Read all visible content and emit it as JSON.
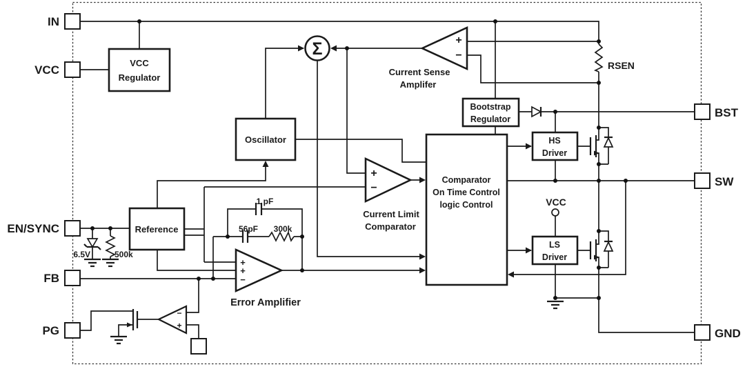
{
  "colors": {
    "ink": "#1a1a1a",
    "background": "#ffffff"
  },
  "pins": {
    "in": "IN",
    "vcc": "VCC",
    "en_sync": "EN/SYNC",
    "fb": "FB",
    "pg": "PG",
    "bst": "BST",
    "sw": "SW",
    "gnd": "GND"
  },
  "blocks": {
    "vcc_reg_l1": "VCC",
    "vcc_reg_l2": "Regulator",
    "oscillator": "Oscillator",
    "reference": "Reference",
    "bootstrap_l1": "Bootstrap",
    "bootstrap_l2": "Regulator",
    "hs_l1": "HS",
    "hs_l2": "Driver",
    "ls_l1": "LS",
    "ls_l2": "Driver",
    "ctrl_l1": "Comparator",
    "ctrl_l2": "On Time Control",
    "ctrl_l3": "logic Control"
  },
  "amps": {
    "cs_l1": "Current Sense",
    "cs_l2": "Amplifer",
    "cl_l1": "Current Limit",
    "cl_l2": "Comparator",
    "ea": "Error Amplifier"
  },
  "labels": {
    "rsen": "RSEN",
    "zener": "6.5V",
    "r_en": "500k",
    "c_1pf": "1 pF",
    "c_56pf": "56pF",
    "r_300k": "300k",
    "vcc_rail": "VCC",
    "sigma": "Σ"
  },
  "signs": {
    "plus": "+",
    "minus": "−"
  }
}
